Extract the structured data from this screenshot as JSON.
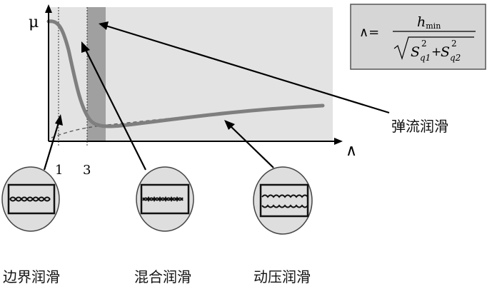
{
  "y_axis_symbol": "μ",
  "x_axis_symbol": "∧",
  "tick_labels": [
    "1",
    "3"
  ],
  "formula": {
    "lhs": "∧=",
    "numerator_var": "h",
    "numerator_sub": "min",
    "denominator": {
      "s1": "S",
      "s1_sup": "2",
      "s1_sub": "q1",
      "plus": "+",
      "s2": "S",
      "s2_sup": "2",
      "s2_sub": "q2"
    }
  },
  "regime_labels": {
    "elastohydrodynamic": "弹流润滑",
    "boundary": "边界润滑",
    "mixed": "混合润滑",
    "hydrodynamic": "动压润滑"
  },
  "colors": {
    "plot_bg": "#e3e3e3",
    "shaded_band": "#9e9e9e",
    "curve": "#808080",
    "formula_bg": "#d6d6d6",
    "circle_fill": "#dedede"
  },
  "icons": [
    "boundary-contact-icon",
    "mixed-contact-icon",
    "hydrodynamic-gap-icon"
  ]
}
